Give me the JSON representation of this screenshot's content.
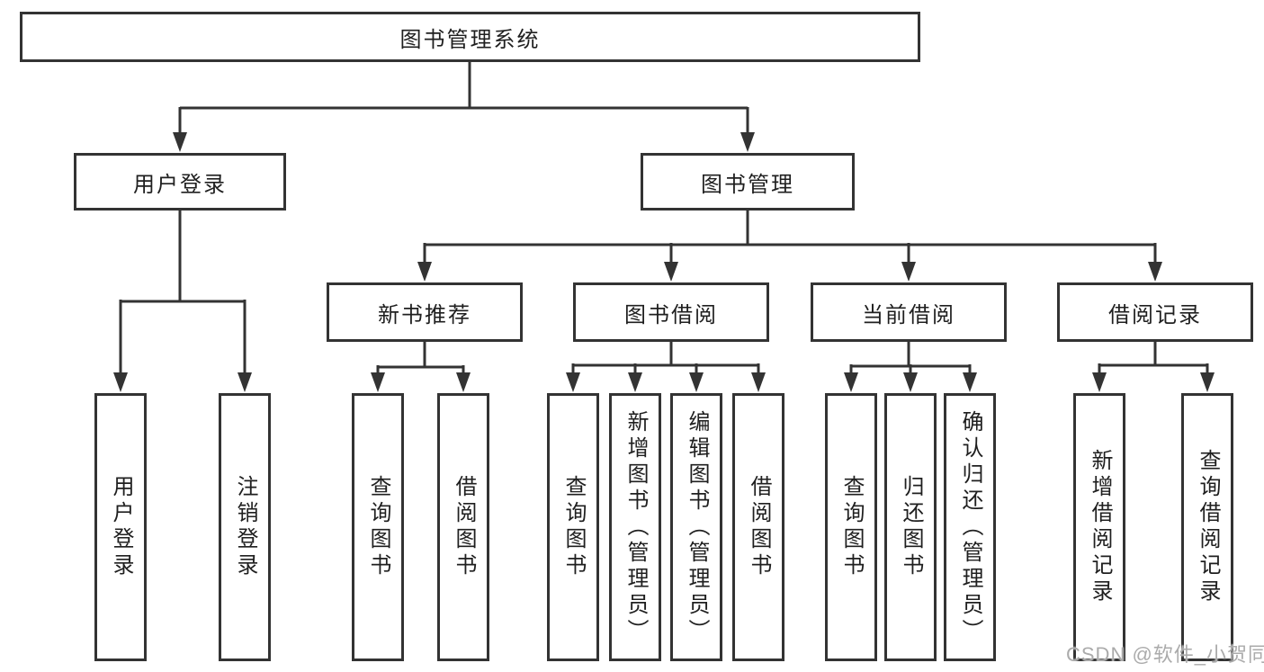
{
  "tree": {
    "label": "图书管理系统",
    "children": [
      {
        "label": "用户登录",
        "children": [
          {
            "label": "用户登录"
          },
          {
            "label": "注销登录"
          }
        ]
      },
      {
        "label": "图书管理",
        "children": [
          {
            "label": "新书推荐",
            "children": [
              {
                "label": "查询图书"
              },
              {
                "label": "借阅图书"
              }
            ]
          },
          {
            "label": "图书借阅",
            "children": [
              {
                "label": "查询图书"
              },
              {
                "label": "新增图书（管理员）"
              },
              {
                "label": "编辑图书（管理员）"
              },
              {
                "label": "借阅图书"
              }
            ]
          },
          {
            "label": "当前借阅",
            "children": [
              {
                "label": "查询图书"
              },
              {
                "label": "归还图书"
              },
              {
                "label": "确认归还（管理员）"
              }
            ]
          },
          {
            "label": "借阅记录",
            "children": [
              {
                "label": "新增借阅记录"
              },
              {
                "label": "查询借阅记录"
              }
            ]
          }
        ]
      }
    ]
  },
  "watermark": {
    "text": "CSDN @软件_小贺同学"
  },
  "colors": {
    "line": "#333333",
    "box_border": "#333333",
    "text": "#1f1f1f",
    "watermark": "#ababab",
    "background": "#ffffff"
  }
}
